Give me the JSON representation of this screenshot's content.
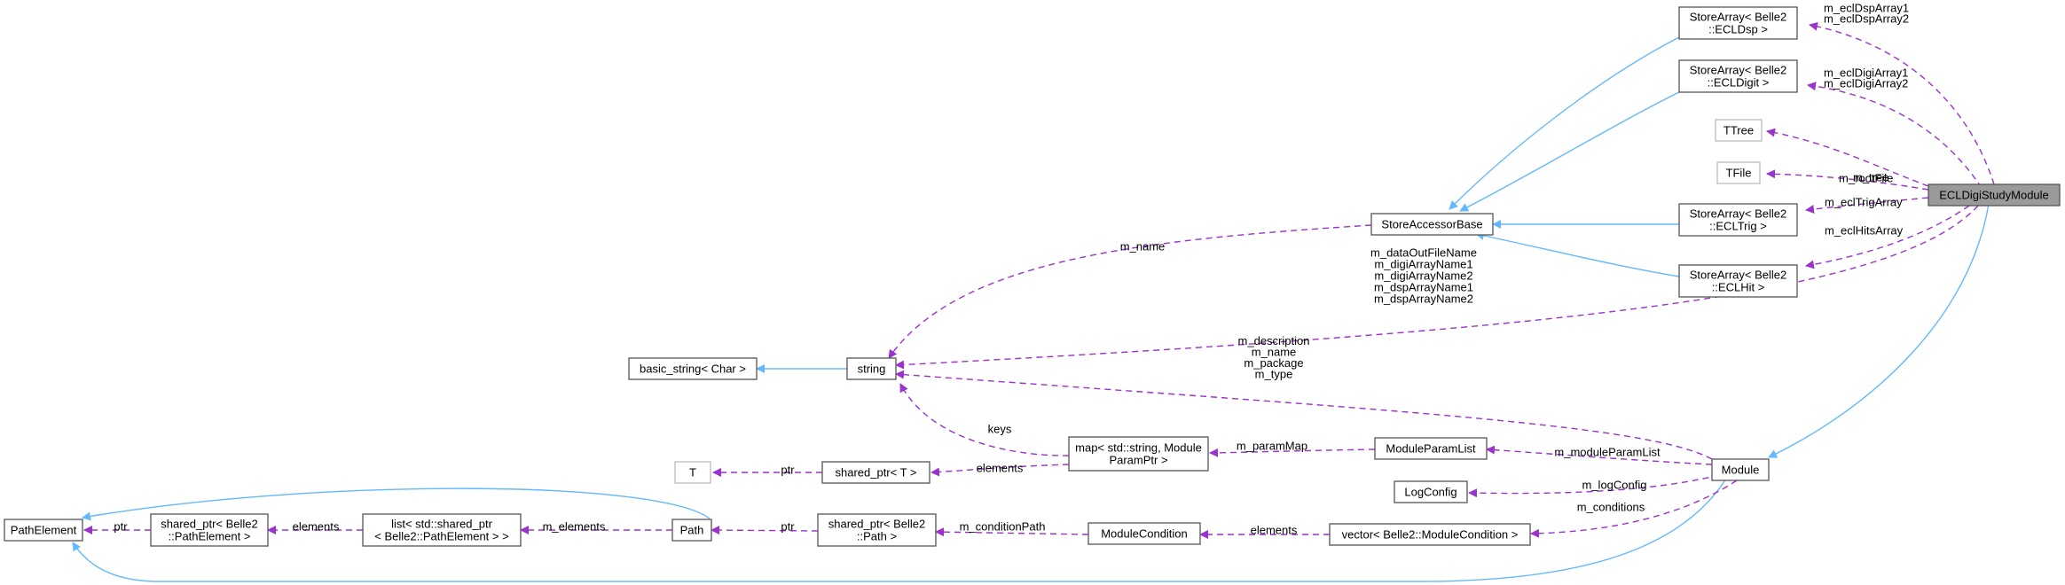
{
  "colors": {
    "inheritance_edge": "#63b8ff",
    "usage_edge": "#9a32cd",
    "highlight_node": "#9a9a9a",
    "node_border": "#555555",
    "faded_node_border": "#bbbbbb"
  },
  "nodes": {
    "ecl_digi_study_module": [
      "ECLDigiStudyModule"
    ],
    "store_array_ecldsp": [
      "StoreArray< Belle2",
      "::ECLDsp >"
    ],
    "store_array_ecldigit": [
      "StoreArray< Belle2",
      "::ECLDigit >"
    ],
    "ttree": [
      "TTree"
    ],
    "tfile": [
      "TFile"
    ],
    "store_array_ecltrig": [
      "StoreArray< Belle2",
      "::ECLTrig >"
    ],
    "store_array_eclhit": [
      "StoreArray< Belle2",
      "::ECLHit >"
    ],
    "store_accessor_base": [
      "StoreAccessorBase"
    ],
    "basic_string": [
      "basic_string< Char >"
    ],
    "string": [
      "string"
    ],
    "t": [
      "T"
    ],
    "shared_ptr_t": [
      "shared_ptr< T >"
    ],
    "map_param": [
      "map< std::string, Module",
      "ParamPtr >"
    ],
    "module_param_list": [
      "ModuleParamList"
    ],
    "module": [
      "Module"
    ],
    "log_config": [
      "LogConfig"
    ],
    "path_element": [
      "PathElement"
    ],
    "shared_ptr_path_element": [
      "shared_ptr< Belle2",
      "::PathElement >"
    ],
    "list_shared_ptr": [
      "list< std::shared_ptr",
      "< Belle2::PathElement > >"
    ],
    "path": [
      "Path"
    ],
    "shared_ptr_path": [
      "shared_ptr< Belle2",
      "::Path >"
    ],
    "module_condition": [
      "ModuleCondition"
    ],
    "vector_module_condition": [
      "vector< Belle2::ModuleCondition >"
    ]
  },
  "edge_labels": {
    "dsp_arrays": [
      "m_eclDspArray1",
      "m_eclDspArray2"
    ],
    "digi_arrays": [
      "m_eclDigiArray1",
      "m_eclDigiArray2"
    ],
    "tree": [
      "m_tree"
    ],
    "root_file": [
      "m_rootFile"
    ],
    "trig_array": [
      "m_eclTrigArray"
    ],
    "hits_array": [
      "m_eclHitsArray"
    ],
    "accessor_name": [
      "m_name"
    ],
    "study_strings": [
      "m_dataOutFileName",
      "m_digiArrayName1",
      "m_digiArrayName2",
      "m_dspArrayName1",
      "m_dspArrayName2"
    ],
    "module_strings": [
      "m_description",
      "m_name",
      "m_package",
      "m_type"
    ],
    "keys": [
      "keys"
    ],
    "param_map": [
      "m_paramMap"
    ],
    "module_param_list": [
      "m_moduleParamList"
    ],
    "elements_map": [
      "elements"
    ],
    "ptr_t": [
      "ptr"
    ],
    "log_config": [
      "m_logConfig"
    ],
    "conditions": [
      "m_conditions"
    ],
    "elements_vector": [
      "elements"
    ],
    "condition_path": [
      "m_conditionPath"
    ],
    "ptr_path": [
      "ptr"
    ],
    "path_elements": [
      "m_elements"
    ],
    "elements_list": [
      "elements"
    ],
    "ptr_path_element": [
      "ptr"
    ]
  }
}
